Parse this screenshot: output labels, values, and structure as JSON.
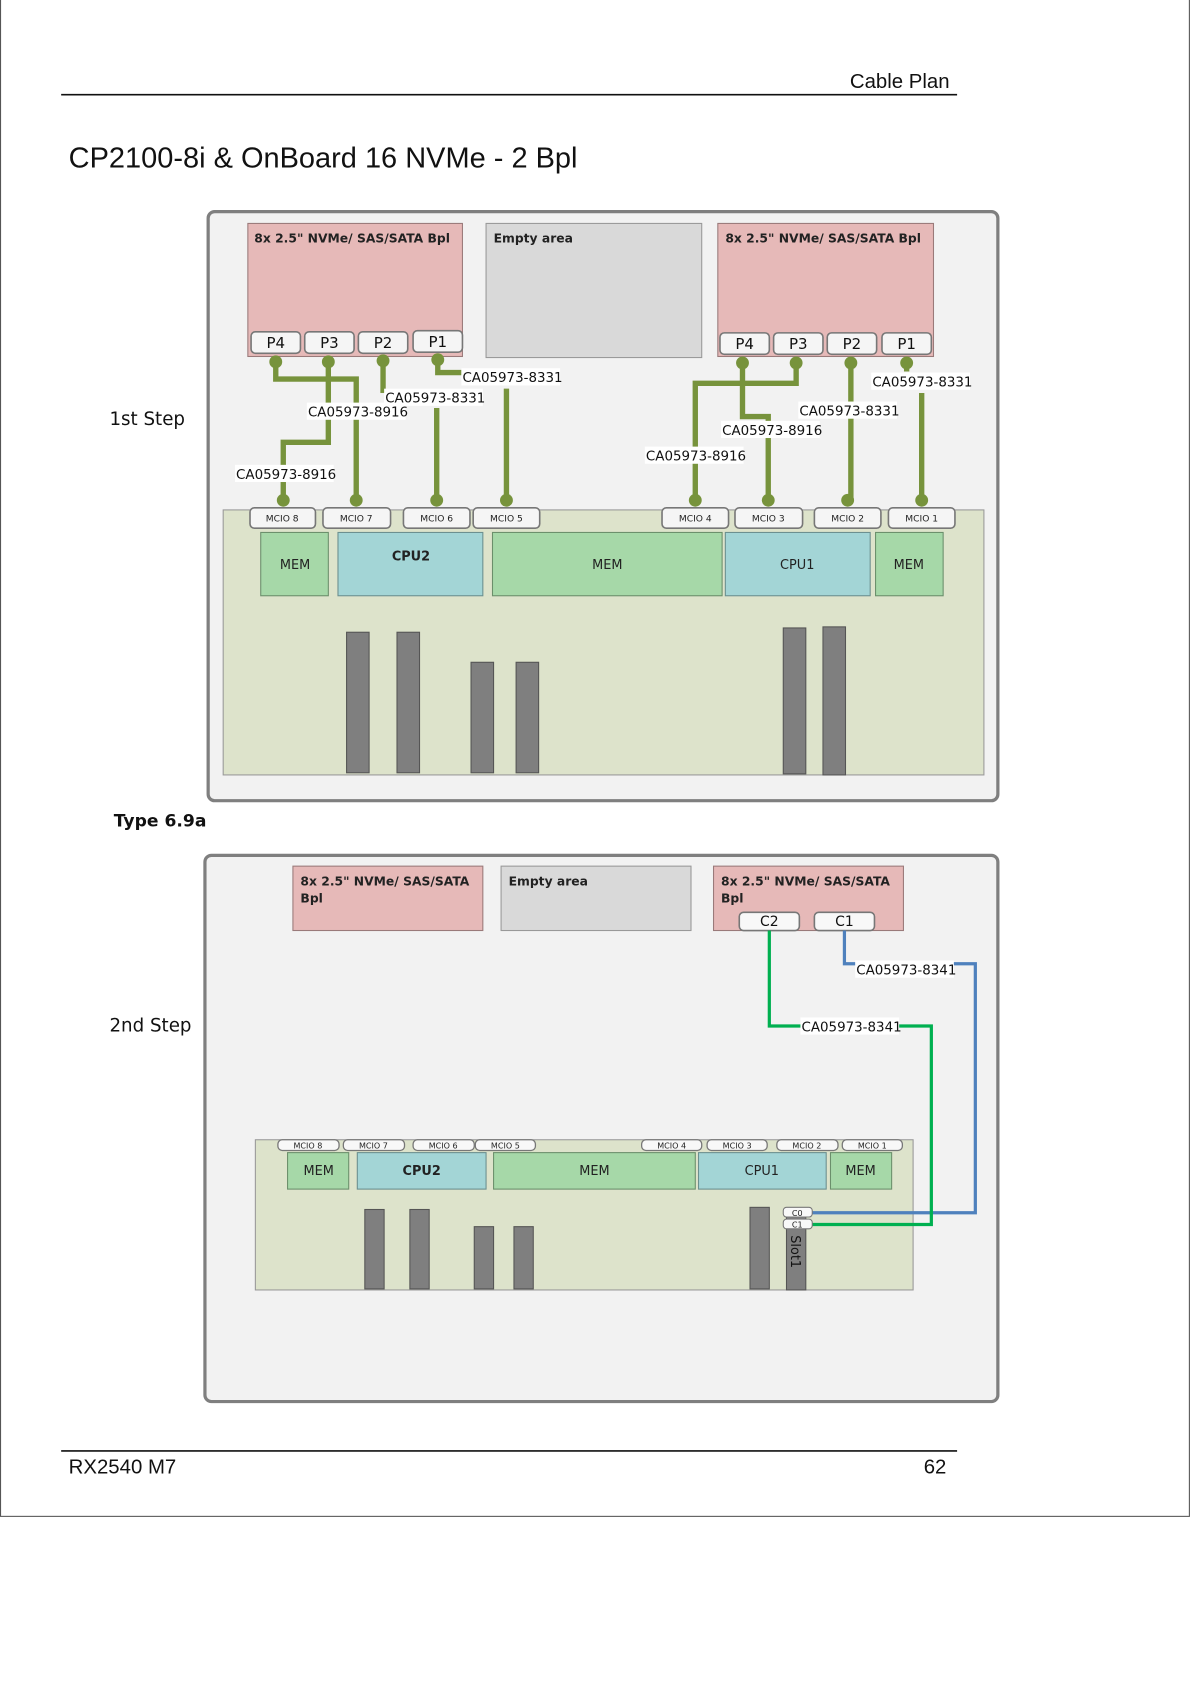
{
  "header": {
    "section": "Cable Plan"
  },
  "title": "CP2100-8i & OnBoard 16 NVMe - 2 Bpl",
  "footer": {
    "model": "RX2540 M7",
    "page_number": "62"
  },
  "colors": {
    "cable_step1": "#77933c",
    "cable_green": "#00b050",
    "cable_blue": "#4f81bd",
    "backplane": "#e6b9b8",
    "empty_area": "#d9d9d9",
    "board": "#dde3cb",
    "mem": "#a6d8a8",
    "cpu": "#a3d5d6",
    "slot": "#7f7f7f"
  },
  "step1": {
    "label": "1st Step",
    "backplane_left": {
      "title": "8x  2.5\" NVMe/ SAS/SATA Bpl",
      "ports": [
        "P4",
        "P3",
        "P2",
        "P1"
      ]
    },
    "empty_area": "Empty area",
    "backplane_right": {
      "title": "8x  2.5\" NVMe/ SAS/SATA Bpl",
      "ports": [
        "P4",
        "P3",
        "P2",
        "P1"
      ]
    },
    "mcio": [
      "MCIO 8",
      "MCIO 7",
      "MCIO 6",
      "MCIO 5",
      "MCIO 4",
      "MCIO 3",
      "MCIO 2",
      "MCIO 1"
    ],
    "board_blocks": [
      "MEM",
      "CPU2",
      "MEM",
      "CPU1",
      "MEM"
    ],
    "cables": [
      {
        "from": "Left P4",
        "to": "MCIO 7",
        "label": "CA05973-8916"
      },
      {
        "from": "Left P3",
        "to": "MCIO 8",
        "label": "CA05973-8916"
      },
      {
        "from": "Left P2",
        "to": "MCIO 6",
        "label": "CA05973-8331"
      },
      {
        "from": "Left P1",
        "to": "MCIO 5",
        "label": "CA05973-8331"
      },
      {
        "from": "Right P4",
        "to": "MCIO 3",
        "label": "CA05973-8916"
      },
      {
        "from": "Right P3",
        "to": "MCIO 4",
        "label": "CA05973-8916"
      },
      {
        "from": "Right P2",
        "to": "MCIO 2",
        "label": "CA05973-8331"
      },
      {
        "from": "Right P1",
        "to": "MCIO 1",
        "label": "CA05973-8331"
      }
    ]
  },
  "type_label": "Type 6.9a",
  "step2": {
    "label": "2nd Step",
    "backplane_left": {
      "title_line1": "8x  2.5\" NVMe/ SAS/SATA",
      "title_line2": "Bpl"
    },
    "empty_area": "Empty area",
    "backplane_right": {
      "title_line1": "8x  2.5\" NVMe/ SAS/SATA",
      "title_line2": "Bpl",
      "ports": [
        "C2",
        "C1"
      ]
    },
    "mcio": [
      "MCIO 8",
      "MCIO 7",
      "MCIO 6",
      "MCIO 5",
      "MCIO 4",
      "MCIO 3",
      "MCIO 2",
      "MCIO 1"
    ],
    "board_blocks": [
      "MEM",
      "CPU2",
      "MEM",
      "CPU1",
      "MEM"
    ],
    "controller_ports": [
      "C0",
      "C1"
    ],
    "slot_label": "Slot1",
    "cables": [
      {
        "from": "C1",
        "to": "C0",
        "label": "CA05973-8341",
        "color": "blue"
      },
      {
        "from": "C2",
        "to": "C1",
        "label": "CA05973-8341",
        "color": "green"
      }
    ]
  }
}
